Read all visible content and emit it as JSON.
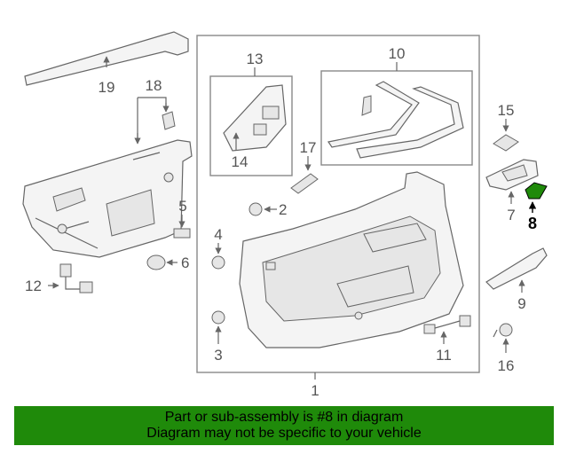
{
  "labels": {
    "l1": "1",
    "l2": "2",
    "l3": "3",
    "l4": "4",
    "l5": "5",
    "l6": "6",
    "l7": "7",
    "l8": "8",
    "l9": "9",
    "l10": "10",
    "l11": "11",
    "l12": "12",
    "l13": "13",
    "l14": "14",
    "l15": "15",
    "l16": "16",
    "l17": "17",
    "l18": "18",
    "l19": "19"
  },
  "highlight": {
    "part_number": "8",
    "color": "#1f8a0a"
  },
  "banner": {
    "line1": "Part or sub-assembly is #8 in diagram",
    "line2": "Diagram may not be specific to your vehicle",
    "color": "#1f8a0a"
  }
}
